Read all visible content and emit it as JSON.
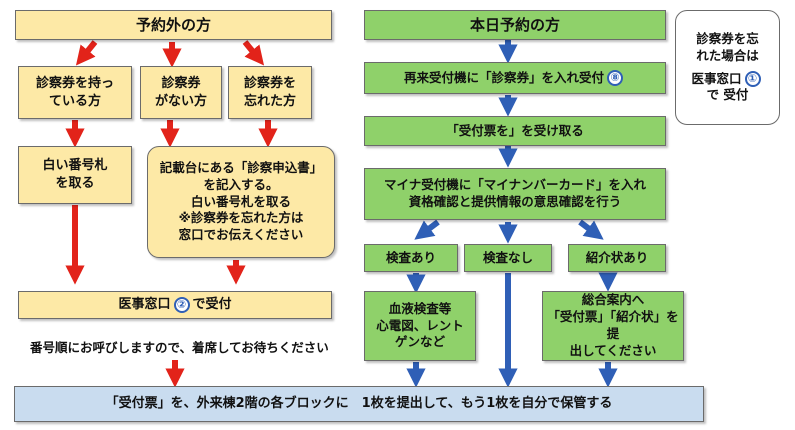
{
  "left": {
    "header": "予約外の方",
    "case1": [
      "診察券を持っ",
      "ている方"
    ],
    "case2": [
      "診察券",
      "がない方"
    ],
    "case3": [
      "診察券を",
      "忘れた方"
    ],
    "step_white": [
      "白い番号札",
      "を取る"
    ],
    "step_form": [
      "記載台にある「診察申込書」",
      "を記入する。",
      "白い番号札を取る",
      "※診察券を忘れた方は",
      "窓口でお伝えください"
    ],
    "counter_pre": "医事窓口",
    "counter_num": "②",
    "counter_post": "で受付",
    "wait_note": "番号順にお呼びしますので、着席してお待ちください"
  },
  "right": {
    "header": "本日予約の方",
    "step1_text": "再来受付機に「診察券」を入れ受付",
    "step1_num": "⑧",
    "step2": "「受付票を」を受け取る",
    "step3": [
      "マイナ受付機に「マイナンバーカード」を入れ",
      "資格確認と提供情報の意思確認を行う"
    ],
    "branch_exam": "検査あり",
    "branch_noexam": "検査なし",
    "branch_referral": "紹介状あり",
    "exam_detail": [
      "血液検査等",
      "心電図、レント",
      "ゲンなど"
    ],
    "referral_detail": [
      "総合案内へ",
      "「受付票」「紹介状」を提",
      "出してください"
    ]
  },
  "side_note": {
    "line1": "診察券を忘",
    "line2": "れた場合は",
    "counter": "医事窓口",
    "num": "①",
    "tail": "で 受付"
  },
  "bottom": {
    "text": "「受付票」を、外来棟2階の各ブロックに　1枚を提出して、もう1枚を自分で保管する"
  },
  "colors": {
    "yellow_box": "#fde9a6",
    "green_box": "#8fd16a",
    "blue_box": "#c9dcef",
    "red_arrow": "#e2231a",
    "blue_arrow": "#2f5fb6",
    "number_circle": "#2f5fb6"
  }
}
